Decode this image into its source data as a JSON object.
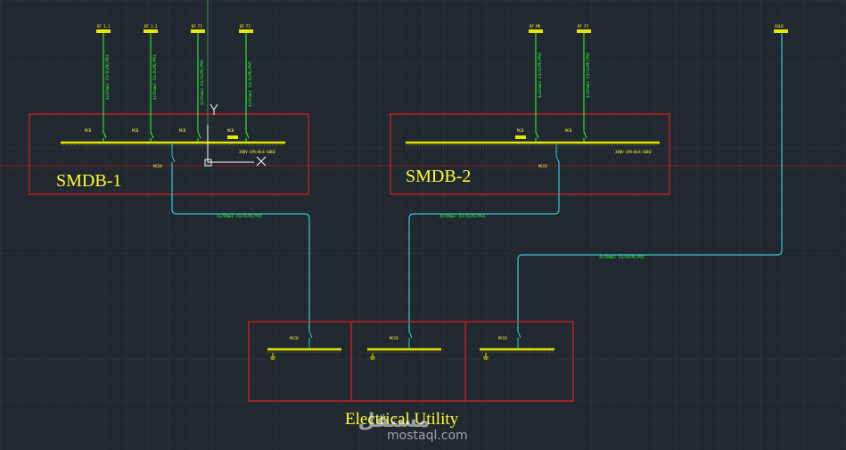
{
  "colors": {
    "background": "#212830",
    "grid": "#2e3540",
    "axis_red": "#8a2020",
    "box_red": "#e02020",
    "busbar_yellow": "#e6e600",
    "feeder_green": "#33ff33",
    "cable_cyan": "#33cccc",
    "text_yellow": "#ffff33",
    "cursor_white": "#ffffff"
  },
  "panels": {
    "smdb1": {
      "label": "SMDB-1"
    },
    "smdb2": {
      "label": "SMDB-2"
    },
    "utility": {
      "label": "Electrical Utility"
    }
  },
  "smdb1_feeders": [
    {
      "tag": "DF 1.1",
      "cable": "4x16mm2 CU/XLPE/PVC"
    },
    {
      "tag": "DF 1.2",
      "cable": "4x16mm2 CU/XLPE/PVC"
    },
    {
      "tag": "DF F1",
      "cable": "4x16mm2 CU/XLPE/PVC"
    },
    {
      "tag": "DF F2",
      "cable": "4x16mm2 CU/XLPE/PVC"
    }
  ],
  "smdb2_feeders": [
    {
      "tag": "DF MR",
      "cable": "4x16mm2 CU/XLPE/PVC"
    },
    {
      "tag": "DF F1",
      "cable": "4x16mm2 CU/XLPE/PVC"
    }
  ],
  "right_source_tag": "CHLR",
  "breakers": {
    "smdb1": [
      "MCB",
      "MCB",
      "MCB",
      "MCB",
      "MCCB"
    ],
    "smdb2": [
      "MCB",
      "MCB",
      "MCCB"
    ],
    "utility": [
      "MCCB",
      "MCCB",
      "MCCB"
    ]
  },
  "bus_ratings": {
    "smdb1": "380V-3Ph+N+E-60HZ",
    "smdb2": "380V-3Ph+N+E-60HZ"
  },
  "cable_labels": {
    "smdb1_incomer": "4x70mm2 CU/XLPE/PVC",
    "smdb2_incomer": "4x70mm2 CU/XLPE/PVC",
    "right_incomer": "4x70mm2 CU/XLPE/PVC"
  },
  "watermark": {
    "arabic": "مستقل",
    "latin": "mostaql.com"
  }
}
